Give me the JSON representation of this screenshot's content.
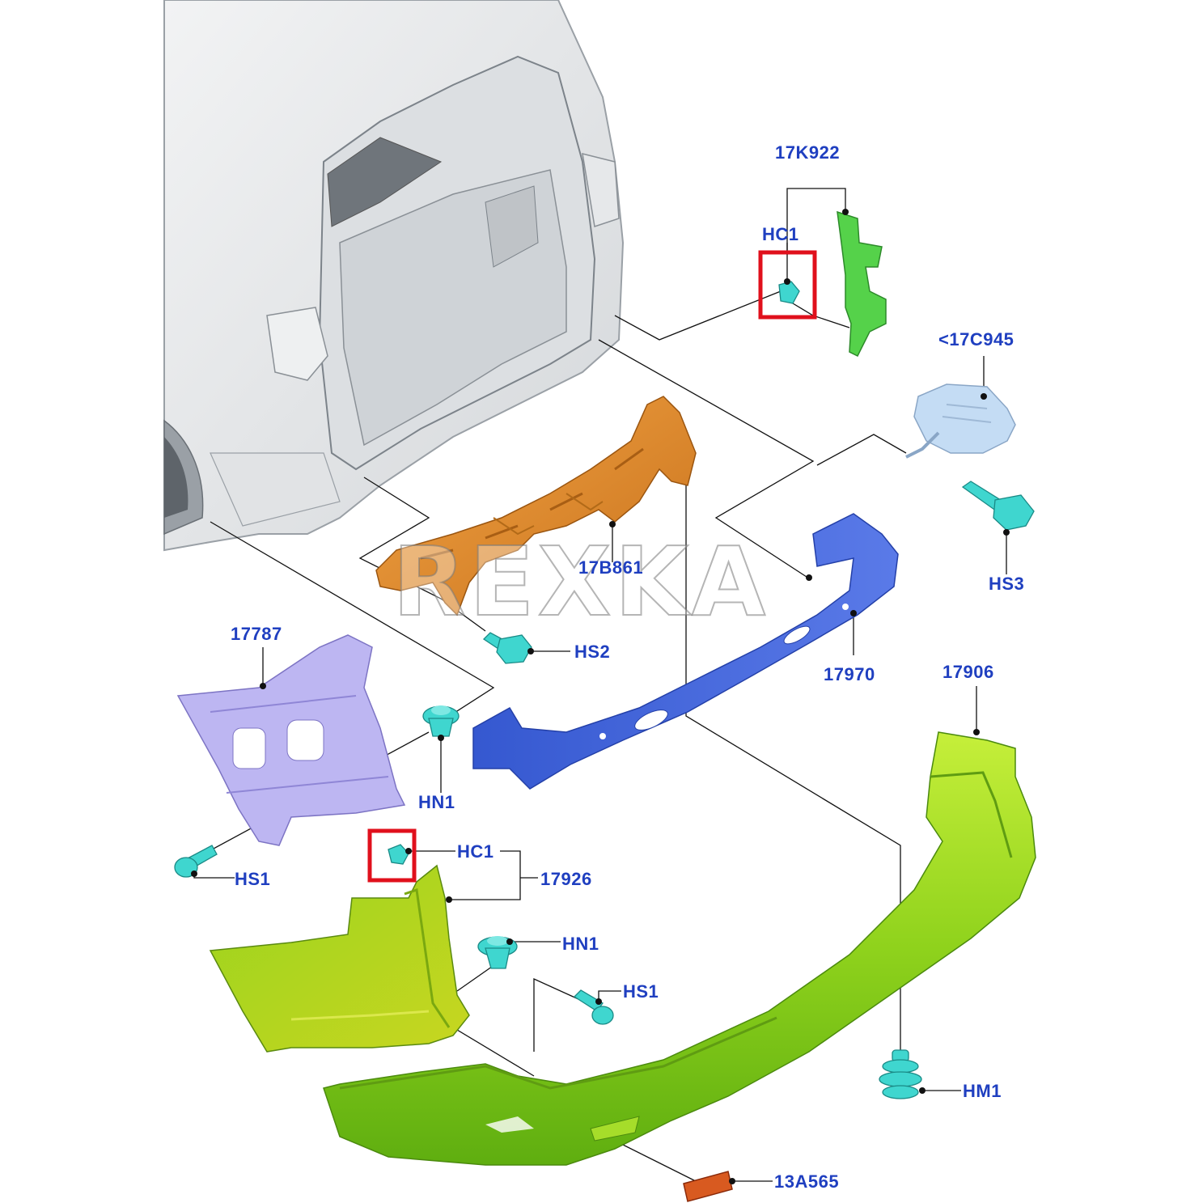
{
  "watermark": "REXKA",
  "labels": {
    "l17k922": "17K922",
    "lhc1_top": "HC1",
    "l17c945": "<17C945",
    "l17b861": "17B861",
    "lhs3": "HS3",
    "lhs2": "HS2",
    "l17787": "17787",
    "l17970": "17970",
    "l17906": "17906",
    "lhn1_a": "HN1",
    "lhc1_bot": "HC1",
    "l17926": "17926",
    "lhs1_a": "HS1",
    "lhn1_b": "HN1",
    "lhs1_b": "HS1",
    "lhm1": "HM1",
    "l13a565": "13A565"
  },
  "colors": {
    "label": "#1f3fc0",
    "highlight_box": "#e0101c",
    "leader": "#111111",
    "bumper_green": "#8fd21c",
    "bracket_orange": "#e08a2a",
    "beam_blue": "#3d5fd6",
    "bracket_lilac": "#b8b0f0",
    "fastener_cyan": "#3fd6cf",
    "reflector": "#d85a20",
    "vehicle_gray": "#e4e6e8"
  }
}
